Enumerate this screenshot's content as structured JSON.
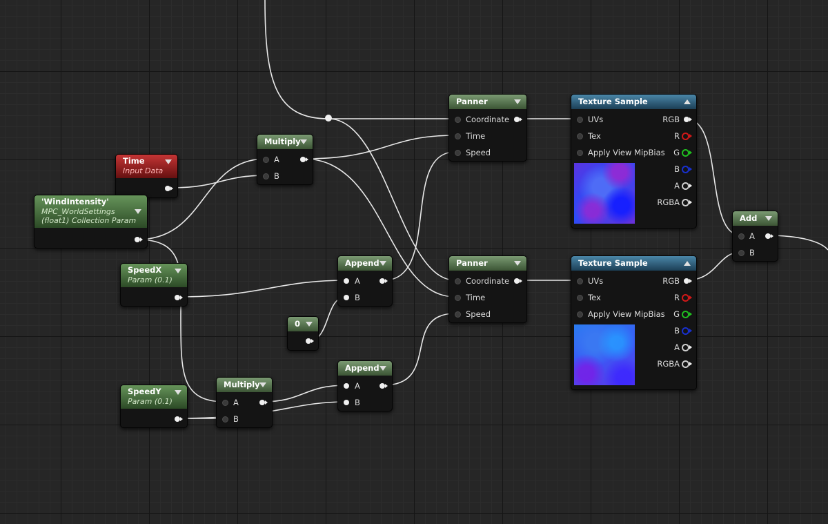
{
  "colors": {
    "canvas": "#262626",
    "wire": "#e8e8e8",
    "math_header": "#5a7a52",
    "texture_header": "#2e6688",
    "time_header": "#a82222",
    "param_header": "#4c7a40"
  },
  "nodes": {
    "time": {
      "title": "Time",
      "subtitle": "Input Data"
    },
    "wind": {
      "title": "'WindIntensity'",
      "subtitle_line1": "MPC_WorldSettings",
      "subtitle_line2": "(float1) Collection Param"
    },
    "speedx": {
      "title": "SpeedX",
      "subtitle": "Param (0.1)"
    },
    "speedy": {
      "title": "SpeedY",
      "subtitle": "Param (0.1)"
    },
    "const0": {
      "title": "0"
    },
    "mul1": {
      "title": "Multiply",
      "in_a": "A",
      "in_b": "B"
    },
    "mul2": {
      "title": "Multiply",
      "in_a": "A",
      "in_b": "B"
    },
    "app1": {
      "title": "Append",
      "in_a": "A",
      "in_b": "B"
    },
    "app2": {
      "title": "Append",
      "in_a": "A",
      "in_b": "B"
    },
    "pan1": {
      "title": "Panner",
      "inputs": [
        "Coordinate",
        "Time",
        "Speed"
      ]
    },
    "pan2": {
      "title": "Panner",
      "inputs": [
        "Coordinate",
        "Time",
        "Speed"
      ]
    },
    "tex1": {
      "title": "Texture Sample",
      "inputs": [
        "UVs",
        "Tex",
        "Apply View MipBias"
      ],
      "outputs": [
        "RGB",
        "R",
        "G",
        "B",
        "A",
        "RGBA"
      ]
    },
    "tex2": {
      "title": "Texture Sample",
      "inputs": [
        "UVs",
        "Tex",
        "Apply View MipBias"
      ],
      "outputs": [
        "RGB",
        "R",
        "G",
        "B",
        "A",
        "RGBA"
      ]
    },
    "add": {
      "title": "Add",
      "in_a": "A",
      "in_b": "B"
    }
  }
}
